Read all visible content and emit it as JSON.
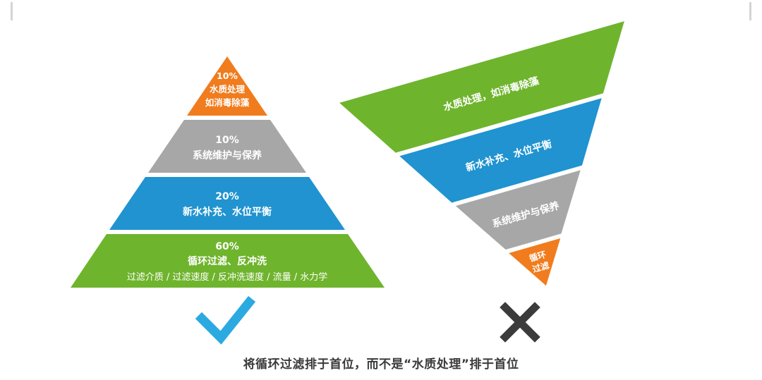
{
  "colors": {
    "orange": "#f07c1e",
    "gray": "#a7a7a7",
    "blue": "#2093d0",
    "green": "#6fb42d",
    "check": "#2aaae1",
    "cross": "#3b3b3b"
  },
  "left_pyramid": {
    "layers": [
      {
        "pct": "10%",
        "title": "水质处理",
        "subtitle": "如消毒除藻"
      },
      {
        "pct": "10%",
        "title": "系统维护与保养"
      },
      {
        "pct": "20%",
        "title": "新水补充、水位平衡"
      },
      {
        "pct": "60%",
        "title": "循环过滤、反冲洗",
        "subtitle": "过滤介质 / 过滤速度 / 反冲洗速度 / 流量 / 水力学"
      }
    ]
  },
  "right_pyramid": {
    "layers": [
      {
        "title": "水质处理，如消毒除藻"
      },
      {
        "title": "新水补充、水位平衡"
      },
      {
        "title": "系统维护与保养"
      },
      {
        "title": "循环",
        "title2": "过滤"
      }
    ]
  },
  "caption": "将循环过滤排于首位，而不是“水质处理”排于首位"
}
